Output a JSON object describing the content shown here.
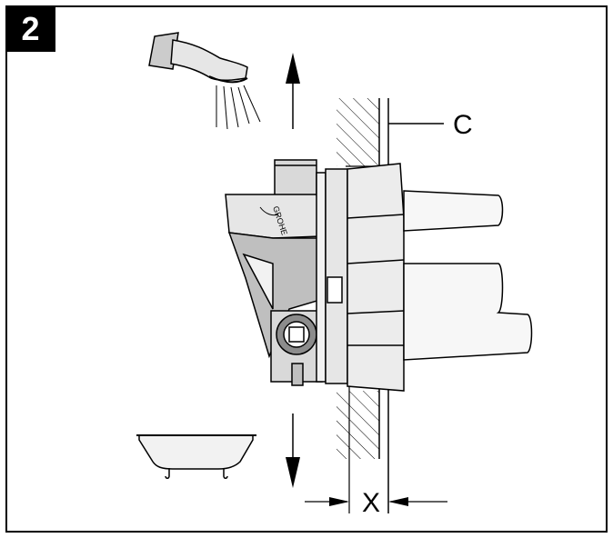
{
  "step_number": "2",
  "labels": {
    "wall_surface": "C",
    "depth_dimension": "X"
  },
  "brand_mark": "GROHE",
  "icons": [
    "shower-head-icon",
    "bathtub-icon",
    "arrow-up-icon",
    "arrow-down-icon",
    "dimension-arrow-icon"
  ]
}
